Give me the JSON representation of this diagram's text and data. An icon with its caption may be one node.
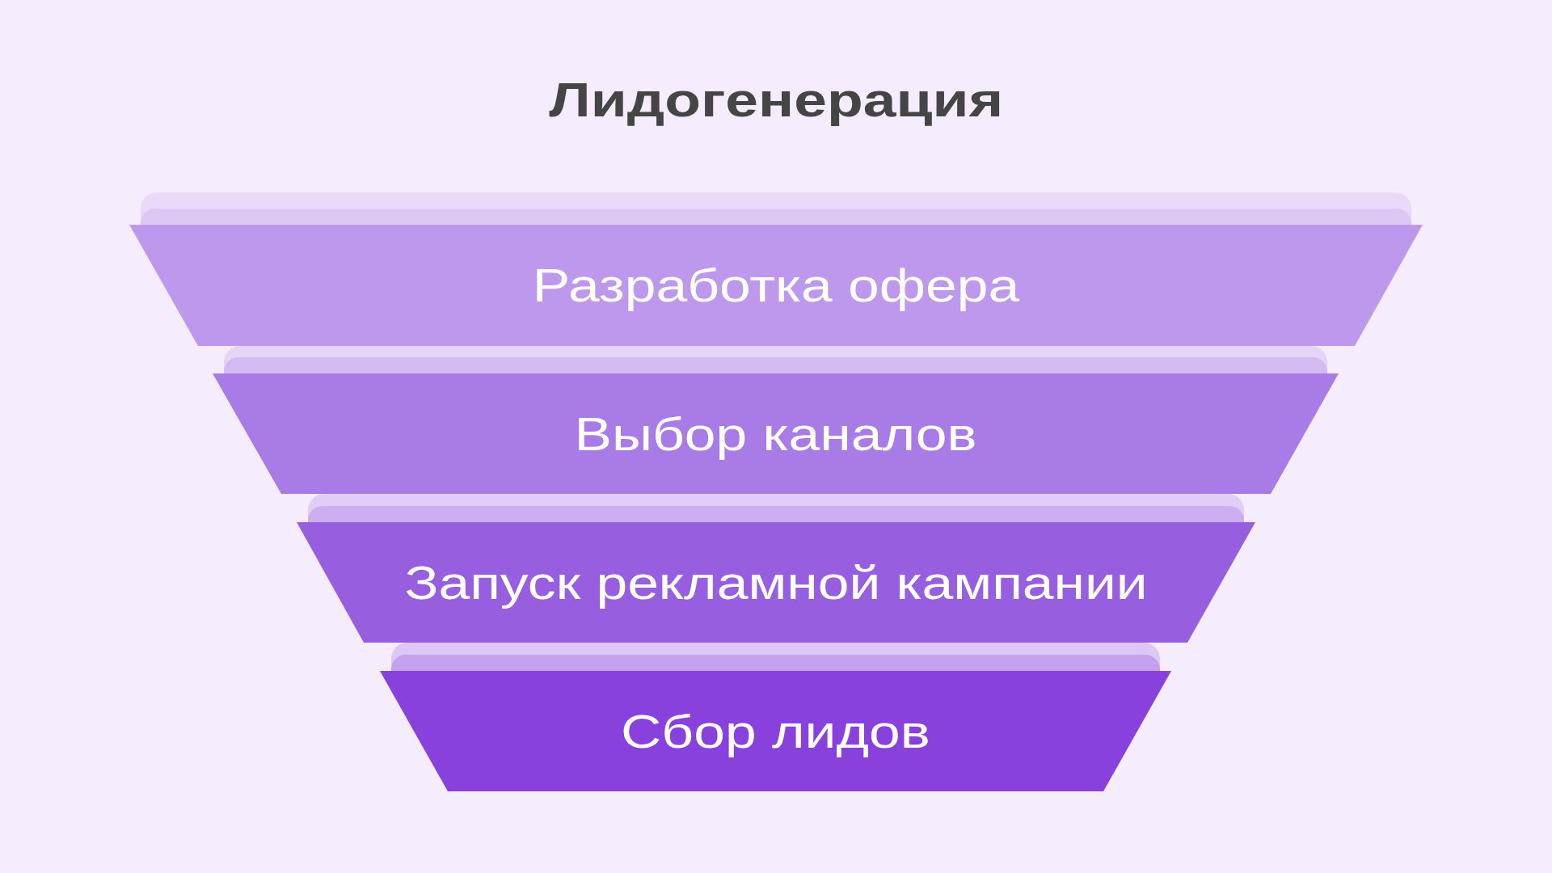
{
  "diagram": {
    "title": "Лидогенерация",
    "nodes": [
      {
        "text": [
          "Разработка офера"
        ]
      },
      {
        "text": [
          "Выбор каналов"
        ]
      },
      {
        "text": [
          "Запуск рекламной кампании"
        ]
      },
      {
        "text": [
          "Сбор лидов"
        ]
      }
    ]
  }
}
